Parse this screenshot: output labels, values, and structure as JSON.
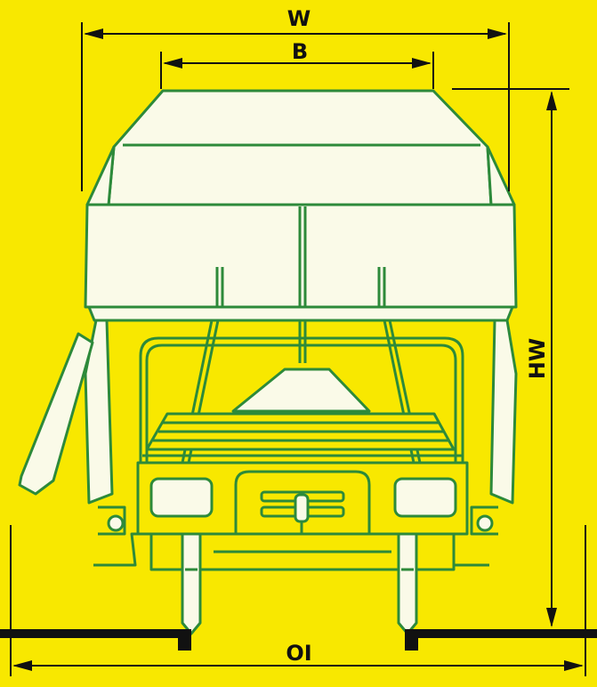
{
  "dimensions": {
    "overall_width_label": "W",
    "body_width_label": "B",
    "height_label": "HW",
    "track_label": "OI"
  },
  "colors": {
    "background": "#f8e800",
    "outline": "#2d8a3a",
    "body_fill": "#fafae8",
    "dimension_lines": "#111111"
  }
}
